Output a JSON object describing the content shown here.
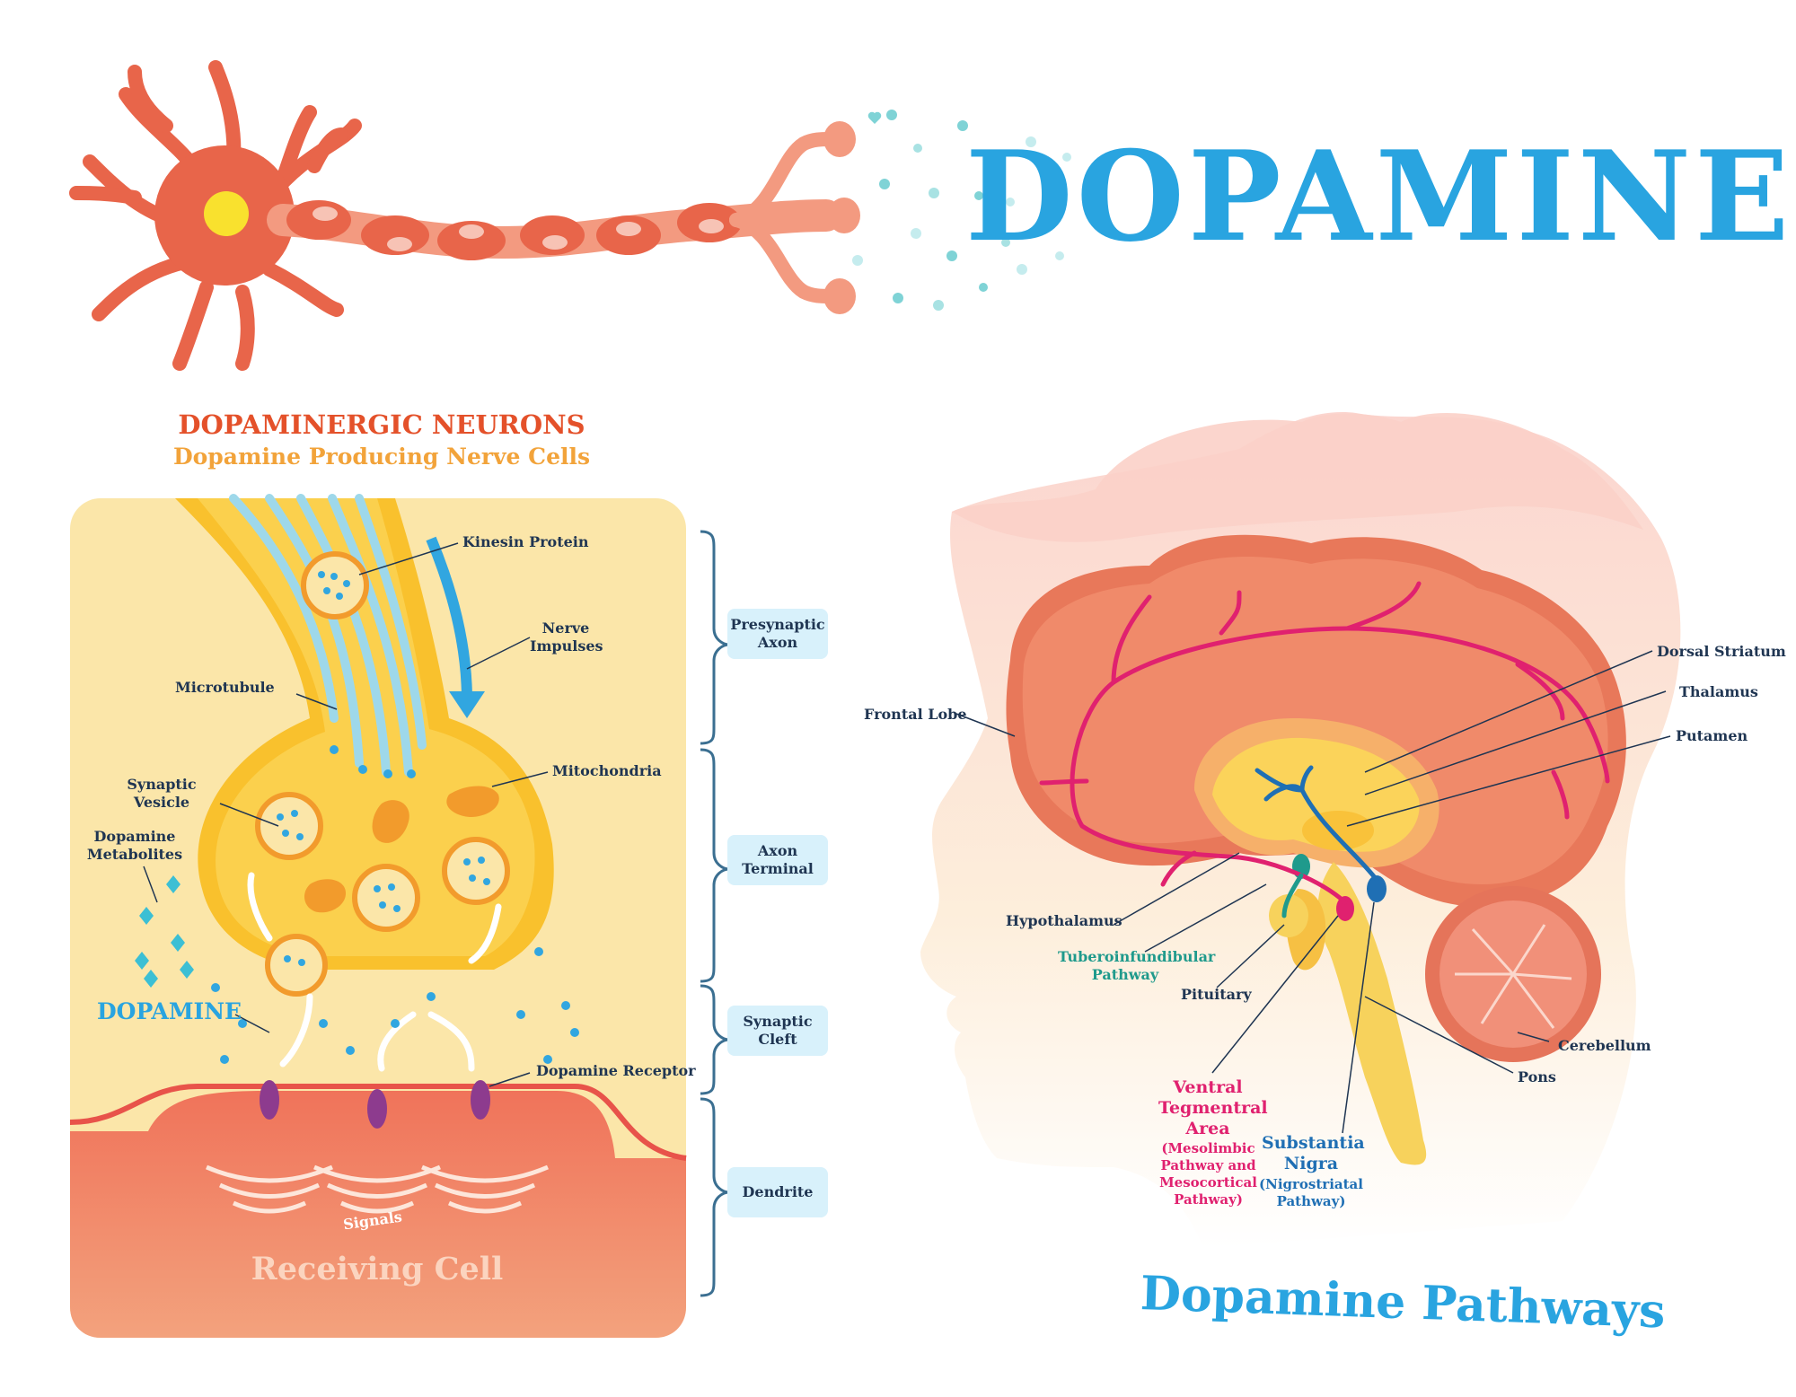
{
  "title": "DOPAMINE",
  "colors": {
    "title_blue": "#29a4e0",
    "dark_blue_text": "#1f3552",
    "neuron_red": "#e8654a",
    "orange_title": "#e4512a",
    "orange_subtitle": "#f2a33a",
    "panel_cream": "#fbe6a9",
    "tag_blue": "#d8f1fb",
    "pink_pathway": "#e0216f",
    "teal_pathway": "#1f9a8c",
    "blue_pathway": "#1f6fb4",
    "vesicle_blue": "#31a6e0"
  },
  "left_panel": {
    "title": "DOPAMINERGIC NEURONS",
    "subtitle": "Dopamine Producing Nerve Cells",
    "labels": {
      "kinesin_protein": "Kinesin Protein",
      "nerve_impulses": "Nerve Impulses",
      "microtubule": "Microtubule",
      "mitochondria": "Mitochondria",
      "synaptic_vesicle": "Synaptic Vesicle",
      "dopamine_metabolites": "Dopamine Metabolites",
      "dopamine": "DOPAMINE",
      "dopamine_receptor": "Dopamine Receptor",
      "signals": "Signals",
      "receiving_cell": "Receiving Cell"
    }
  },
  "regions": [
    {
      "name": "Presynaptic Axon"
    },
    {
      "name": "Axon Terminal"
    },
    {
      "name": "Synaptic Cleft"
    },
    {
      "name": "Dendrite"
    }
  ],
  "right_panel": {
    "title": "Dopamine Pathways",
    "labels": {
      "frontal_lobe": "Frontal Lobe",
      "dorsal_striatum": "Dorsal Striatum",
      "thalamus": "Thalamus",
      "putamen": "Putamen",
      "hypothalamus": "Hypothalamus",
      "tuberoinfundibular": "Tuberoinfundibular Pathway",
      "pituitary": "Pituitary",
      "cerebellum": "Cerebellum",
      "pons": "Pons",
      "vta": "Ventral Tegmentral Area",
      "vta_note": "(Mesolimbic Pathway and Mesocortical Pathway)",
      "substantia_nigra": "Substantia Nigra",
      "substantia_nigra_note": "(Nigrostriatal Pathway)"
    }
  }
}
